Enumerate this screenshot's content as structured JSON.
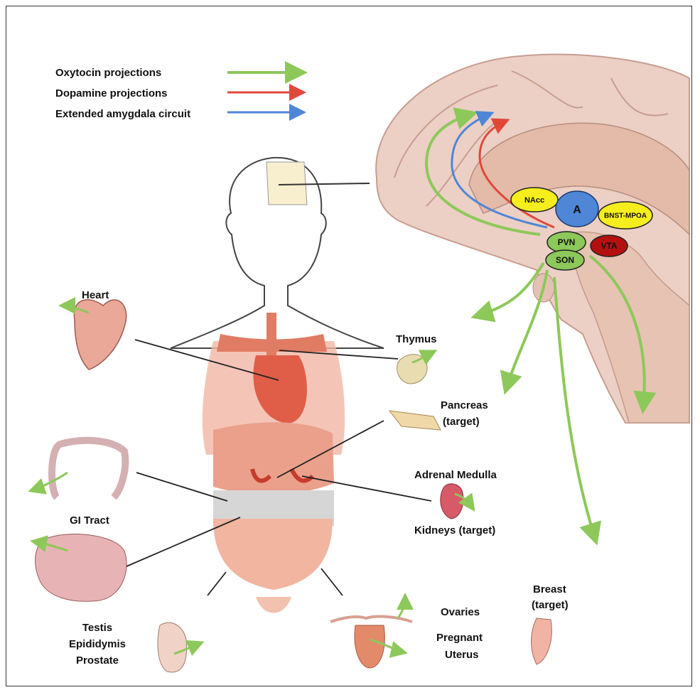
{
  "legend": [
    {
      "label": "Oxytocin projections",
      "color": "#8dc85a"
    },
    {
      "label": "Dopamine projections",
      "color": "#e0483a"
    },
    {
      "label": "Extended amygdala circuit",
      "color": "#4f86d6"
    }
  ],
  "brain_nodes": {
    "nacc": "NAcc",
    "amygdala": "A",
    "bnst": "BNST-MPOA",
    "pvn": "PVN",
    "son": "SON",
    "vta": "VTA"
  },
  "organs": {
    "heart": "Heart",
    "thymus": "Thymus",
    "pancreas_1": "Pancreas",
    "pancreas_2": "(target)",
    "adrenal": "Adrenal Medulla",
    "kidneys": "Kidneys (target)",
    "gi": "GI Tract",
    "ovaries": "Ovaries",
    "uterus_1": "Pregnant",
    "uterus_2": "Uterus",
    "breast_1": "Breast",
    "breast_2": "(target)",
    "testis_1": "Testis",
    "testis_2": "Epididymis",
    "testis_3": "Prostate"
  },
  "colors": {
    "oxytocin": "#8dc85a",
    "dopamine": "#e0483a",
    "amygdala": "#4f86d6",
    "brain": "#e9c9bd",
    "organ": "#e58e78"
  }
}
